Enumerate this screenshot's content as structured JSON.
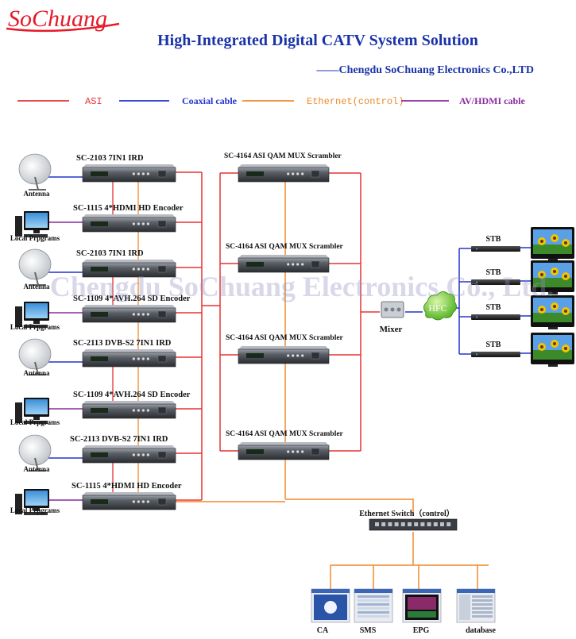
{
  "logo": {
    "text": "SoChuang",
    "color": "#e41b2a"
  },
  "title": "High-Integrated Digital CATV System Solution",
  "company": "——Chengdu SoChuang Electronics Co.,LTD",
  "watermark": "Chengdu SoChuang Electronics Co., Ltd.",
  "colors": {
    "asi": "#e53333",
    "coax": "#2233cc",
    "ethernet": "#f08a2a",
    "av": "#8a2aa0",
    "title": "#1a33a8"
  },
  "legend": [
    {
      "label": "ASI",
      "color": "#e53333",
      "font": "mono",
      "text_color": "#e53333"
    },
    {
      "label": "Coaxial cable",
      "color": "#2233cc",
      "font": "serif",
      "text_color": "#2233cc"
    },
    {
      "label": "Ethernet(control)",
      "color": "#f08a2a",
      "font": "mono",
      "text_color": "#f08a2a"
    },
    {
      "label": "AV/HDMI cable",
      "color": "#8a2aa0",
      "font": "serif",
      "text_color": "#8a2aa0"
    }
  ],
  "devices": [
    "SC-2103 7IN1 IRD",
    "SC-1115 4*HDMI HD Encoder",
    "SC-2103 7IN1 IRD",
    "SC-1109 4*AVH.264 SD Encoder",
    "SC-2113 DVB-S2 7IN1 IRD",
    "SC-1109 4*AVH.264 SD Encoder",
    "SC-2113 DVB-S2 7IN1 IRD",
    "SC-1115 4*HDMI HD Encoder"
  ],
  "sources": [
    "Antenna",
    "Local Prpgrams",
    "Antenna",
    "Local Prpgrams",
    "Antenna",
    "Local Prpgrams",
    "Antenna",
    "Local Prpgrams"
  ],
  "muxes": [
    "SC-4164 ASI QAM MUX Scrambler",
    "SC-4164 ASI QAM MUX Scrambler",
    "SC-4164 ASI QAM MUX Scrambler",
    "SC-4164 ASI QAM MUX Scrambler"
  ],
  "mixer": "Mixer",
  "hfc": "HFC",
  "stb": [
    "STB",
    "STB",
    "STB",
    "STB"
  ],
  "switch": "Ethernet Switch（control）",
  "servers": [
    "CA",
    "SMS",
    "EPG",
    "database"
  ]
}
